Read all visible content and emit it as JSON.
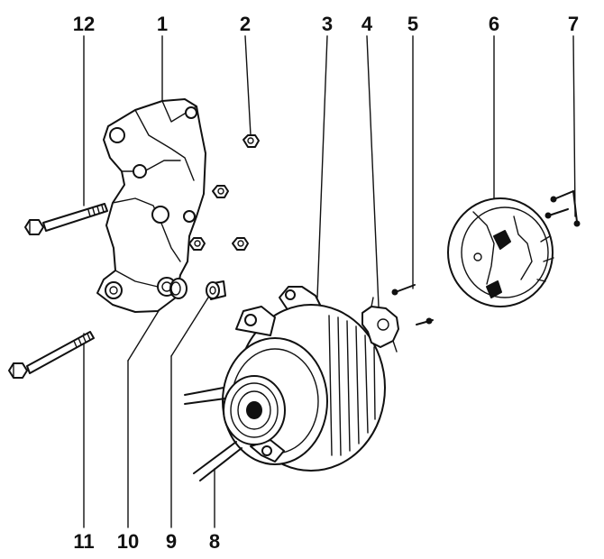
{
  "diagram": {
    "callouts": [
      {
        "id": "c1",
        "text": "1"
      },
      {
        "id": "c2",
        "text": "2"
      },
      {
        "id": "c3",
        "text": "3"
      },
      {
        "id": "c4",
        "text": "4"
      },
      {
        "id": "c5",
        "text": "5"
      },
      {
        "id": "c6",
        "text": "6"
      },
      {
        "id": "c7",
        "text": "7"
      },
      {
        "id": "c8",
        "text": "8"
      },
      {
        "id": "c9",
        "text": "9"
      },
      {
        "id": "c10",
        "text": "10"
      },
      {
        "id": "c11",
        "text": "11"
      },
      {
        "id": "c12",
        "text": "12"
      }
    ],
    "parts": [
      {
        "callout": "1",
        "icon": "mounting-bracket-icon"
      },
      {
        "callout": "2",
        "icon": "nut-icon"
      },
      {
        "callout": "3",
        "icon": "alternator-icon"
      },
      {
        "callout": "4",
        "icon": "voltage-regulator-icon"
      },
      {
        "callout": "5",
        "icon": "screw-icon"
      },
      {
        "callout": "6",
        "icon": "rear-cover-icon"
      },
      {
        "callout": "7",
        "icon": "screw-pair-icon"
      },
      {
        "callout": "8",
        "icon": "drive-belt-icon"
      },
      {
        "callout": "9",
        "icon": "bushing-icon"
      },
      {
        "callout": "10",
        "icon": "bushing-icon"
      },
      {
        "callout": "11",
        "icon": "long-bolt-icon"
      },
      {
        "callout": "12",
        "icon": "bolt-icon"
      }
    ]
  }
}
